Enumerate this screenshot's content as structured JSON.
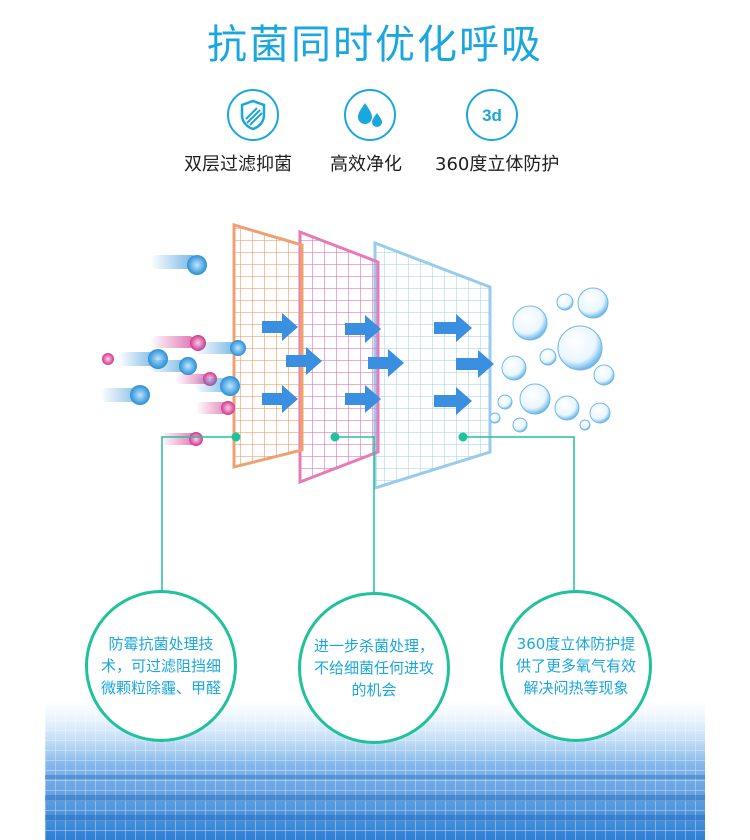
{
  "title": "抗菌同时优化呼吸",
  "features": [
    {
      "icon": "shield-icon",
      "label": "双层过滤抑菌"
    },
    {
      "icon": "water-drops-icon",
      "label": "高效净化"
    },
    {
      "icon": "3d-icon",
      "icon_text": "3d",
      "label": "360度立体防护"
    }
  ],
  "callouts": [
    {
      "text": "防霉抗菌处理技术，可过滤阻挡细微颗粒除霾、甲醛"
    },
    {
      "text": "进一步杀菌处理，不给细菌任何进攻的机会"
    },
    {
      "text": "360度立体防护提供了更多氧气有效解决闷热等现象"
    }
  ],
  "colors": {
    "accent": "#1aa7df",
    "connector": "#20c29b",
    "filter_orange": "#f0a070",
    "filter_pink": "#e87ab8",
    "filter_blue": "#8ec6ea",
    "arrow": "#3a8fe0"
  }
}
